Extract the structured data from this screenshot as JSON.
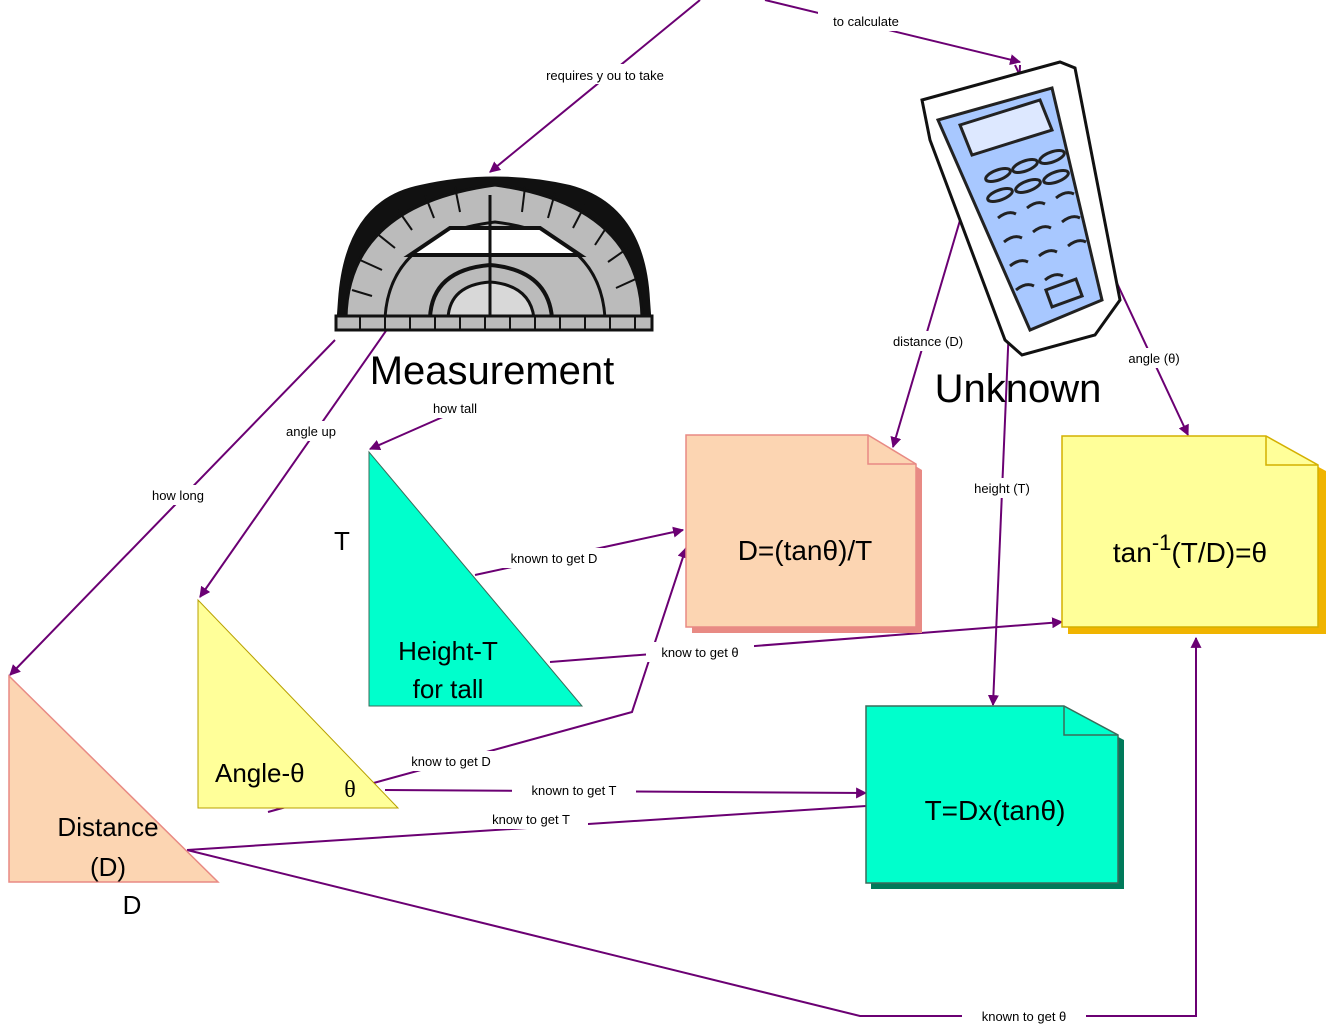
{
  "colors": {
    "arrow": "#6b0073",
    "peach": "#fcd5b2",
    "peach_edge": "#e88a84",
    "teal": "#00ffcc",
    "teal_shadow": "#007a5a",
    "yellow": "#ffff99",
    "yellow_shadow": "#f0b400",
    "protractor": "#bbbbbb",
    "calc_blue": "#a8c8ff"
  },
  "icons": [
    "protractor-icon",
    "calculator-icon"
  ],
  "nodes": {
    "measurement": "Measurement",
    "unknown": "Unknown",
    "height_title_1": "Height-T",
    "height_title_2": "for tall",
    "height_side": "T",
    "angle_title": "Angle-θ",
    "angle_corner": "θ",
    "distance_title_1": "Distance",
    "distance_title_2": "(D)",
    "distance_bottom": "D",
    "formula_d": "D=(tanθ)/T",
    "formula_t": "T=Dx(tanθ)",
    "formula_theta_pre": "tan",
    "formula_theta_sup": "-1",
    "formula_theta_post": "(T/D)=θ"
  },
  "links": {
    "requires": "requires y ou to take",
    "to_calculate": "to calculate",
    "how_long": "how long",
    "angle_up": "angle up",
    "how_tall": "how tall",
    "distance_d": "distance (D)",
    "angle_theta": "angle (θ)",
    "height_t": "height  (T)",
    "known_get_d": "known to get D",
    "know_get_theta": "know to get θ",
    "know_get_d": "know to get D",
    "known_get_t": "known to get T",
    "know_get_t": "know to get T",
    "known_get_theta": "known to get θ"
  }
}
